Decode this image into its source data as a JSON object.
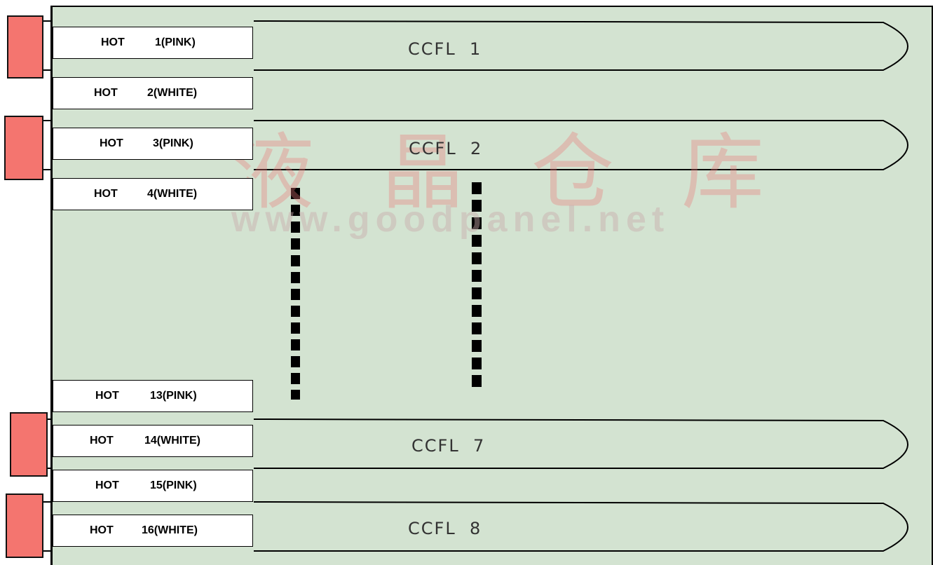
{
  "labels": [
    {
      "hot": "HOT",
      "num": "1(PINK)"
    },
    {
      "hot": "HOT",
      "num": "2(WHITE)"
    },
    {
      "hot": "HOT",
      "num": "3(PINK)"
    },
    {
      "hot": "HOT",
      "num": "4(WHITE)"
    },
    {
      "hot": "HOT",
      "num": "13(PINK)"
    },
    {
      "hot": "HOT",
      "num": "14(WHITE)"
    },
    {
      "hot": "HOT",
      "num": "15(PINK)"
    },
    {
      "hot": "HOT",
      "num": "16(WHITE)"
    }
  ],
  "ccfl": [
    "CCFL  1",
    "CCFL  2",
    "CCFL  7",
    "CCFL  8"
  ],
  "watermark": {
    "cn": "液晶仓库",
    "url": "www.goodpanel.net"
  },
  "colors": {
    "panel": "#d3e3d1",
    "connector": "#f4756f",
    "watermark": "#eb7878"
  }
}
